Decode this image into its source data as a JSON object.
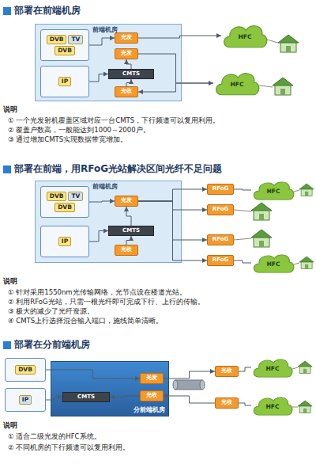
{
  "diagram": {
    "nodes": [
      {
        "text": [
          "前端机房"
        ]
      },
      {
        "text": [
          "DVB",
          "TV",
          "DVB"
        ],
        "in": 0
      },
      {
        "text": [
          "IP"
        ],
        "in": 0
      },
      {
        "text": [
          "光发"
        ],
        "in": 0
      },
      {
        "text": [
          "光发"
        ],
        "in": 0
      },
      {
        "text": [
          "CMTS"
        ],
        "in": 0
      },
      {
        "text": [
          "光收"
        ],
        "in": 0
      },
      {
        "text": [
          "HFC"
        ]
      },
      {
        "text": [
          "HFC"
        ]
      },
      {
        "text": [
          "前端机房"
        ]
      },
      {
        "text": [
          "DVB",
          "TV",
          "DVB"
        ],
        "in": 9
      },
      {
        "text": [
          "IP"
        ],
        "in": 9
      },
      {
        "text": [
          "光发"
        ],
        "in": 9
      },
      {
        "text": [
          "CMTS"
        ],
        "in": 9
      },
      {
        "text": [
          "光收"
        ],
        "in": 9
      },
      {
        "text": [
          "RFoG"
        ]
      },
      {
        "text": [
          "RFoG"
        ]
      },
      {
        "text": [
          "RFoG"
        ]
      },
      {
        "text": [
          "RFoG"
        ]
      },
      {
        "text": [
          "HFC"
        ]
      },
      {
        "text": [
          "HFC"
        ]
      },
      {
        "text": [
          "DVB"
        ]
      },
      {
        "text": [
          "IP"
        ]
      },
      {
        "text": [
          "分前端机房"
        ]
      },
      {
        "text": [
          "光发"
        ],
        "in": 23
      },
      {
        "text": [
          "光收"
        ],
        "in": 23
      },
      {
        "text": [
          "CMTS"
        ],
        "in": 23
      },
      {
        "text": [
          "光收"
        ]
      },
      {
        "text": [
          "光收"
        ]
      },
      {
        "text": [
          "HFC"
        ]
      },
      {
        "text": [
          "HFC"
        ]
      }
    ],
    "edges": [
      {
        "from": 1,
        "to": 3,
        "arrow": "to"
      },
      {
        "from": 2,
        "to": 5,
        "arrow": "to"
      },
      {
        "from": 5,
        "to": 4,
        "arrow": "to"
      },
      {
        "from": 3,
        "to": 7,
        "arrow": "to"
      },
      {
        "from": 4,
        "to": 8,
        "arrow": "to"
      },
      {
        "from": 8,
        "to": 6,
        "arrow": "to"
      },
      {
        "from": 6,
        "to": 5,
        "arrow": "to"
      },
      {
        "from": 10,
        "to": 12,
        "arrow": "to"
      },
      {
        "from": 11,
        "to": 13,
        "arrow": "to"
      },
      {
        "from": 13,
        "to": 12,
        "arrow": "to"
      },
      {
        "from": 14,
        "to": 13,
        "arrow": "to"
      },
      {
        "from": 12,
        "to": 15,
        "arrow": "to"
      },
      {
        "from": 12,
        "to": 16,
        "arrow": "to"
      },
      {
        "from": 12,
        "to": 17,
        "arrow": "to"
      },
      {
        "from": 12,
        "to": 18,
        "arrow": "to"
      },
      {
        "from": 15,
        "to": 19,
        "arrow": "none"
      },
      {
        "from": 18,
        "to": 20,
        "arrow": "none"
      },
      {
        "from": 21,
        "to": 24,
        "arrow": "to"
      },
      {
        "from": 22,
        "to": 26,
        "arrow": "to"
      },
      {
        "from": 25,
        "to": 26,
        "arrow": "to"
      },
      {
        "from": 24,
        "to": 27,
        "arrow": "to"
      },
      {
        "from": 28,
        "to": 25,
        "arrow": "to"
      },
      {
        "from": 27,
        "to": 29,
        "arrow": "none"
      },
      {
        "from": 28,
        "to": 30,
        "arrow": "none"
      }
    ],
    "labels": [
      "部署在前端机房",
      "说明",
      "① 一个光发射机覆盖区域对应一台CMTS，下行频道可以复用利用。",
      "② 覆盖户数高，一般能达到1000～2000户。",
      "③ 通过增加CMTS实现数据带宽增加。",
      "部署在前端，用RFoG光站解决区间光纤不足问题",
      "说明",
      "① 针对采用1550nm光传输网络，光节点设在楼道光站。",
      "② 利用RFoG光站，只需一根光纤即可完成下行、上行的传输。",
      "③ 极大的减少了光纤资源。",
      "④ CMTS上行选择混合输入端口，施线简单清晰。",
      "部署在分前端机房",
      "说明",
      "① 适合二级光发的HFC系统。",
      "② 不同机房的下行频道可以复用利用。"
    ]
  }
}
